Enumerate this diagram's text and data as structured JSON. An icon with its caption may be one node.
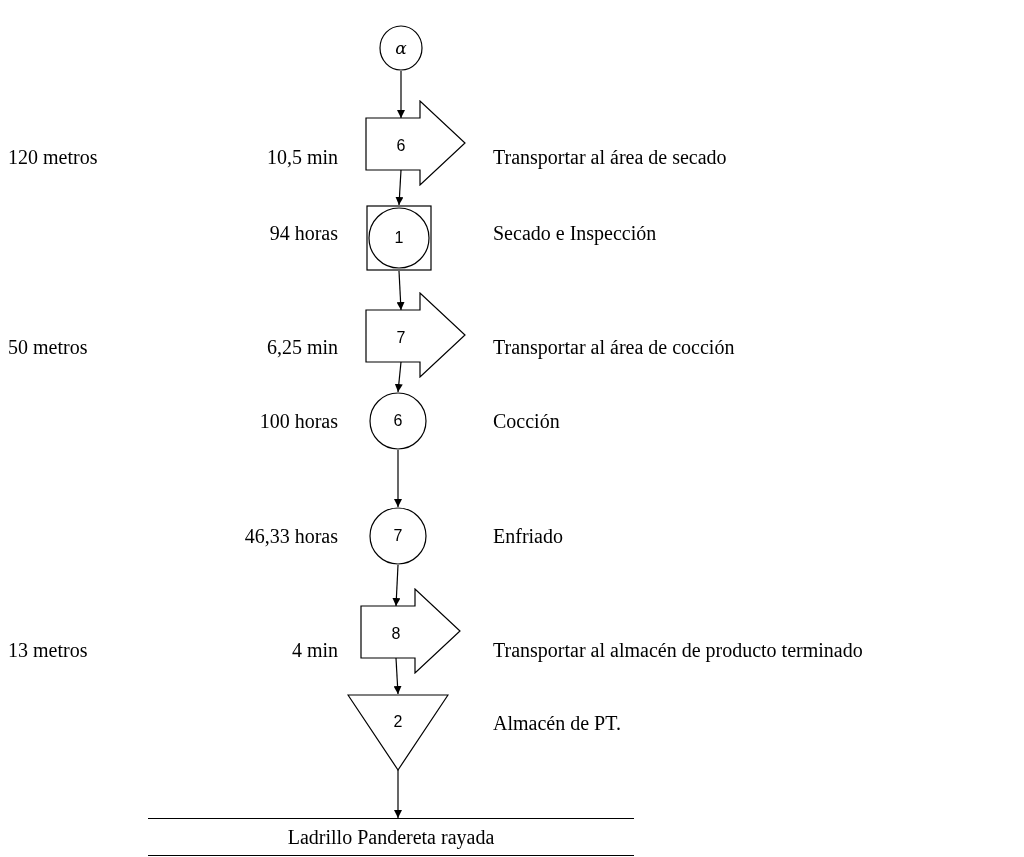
{
  "diagram": {
    "nodes": [
      {
        "text": [
          "α"
        ]
      },
      {
        "text": [
          "6"
        ],
        "beside": [
          "10,5 min",
          "Transportar al área de secado"
        ]
      },
      {
        "text": [
          "1"
        ],
        "beside": [
          "94 horas",
          "Secado e Inspección"
        ]
      },
      {
        "text": [
          "7"
        ],
        "beside": [
          "6,25 min",
          "Transportar al área de cocción"
        ]
      },
      {
        "text": [
          "6"
        ],
        "beside": [
          "100 horas",
          "Cocción"
        ]
      },
      {
        "text": [
          "7"
        ],
        "beside": [
          "46,33 horas",
          "Enfriado"
        ]
      },
      {
        "text": [
          "8"
        ],
        "beside": [
          "4 min",
          "Transportar al almacén de producto terminado"
        ]
      },
      {
        "text": [
          "2"
        ],
        "beside": [
          "Almacén de PT."
        ]
      },
      {
        "text": [
          "Ladrillo Pandereta rayada"
        ]
      }
    ],
    "edges": [
      {
        "from": 0,
        "to": 1,
        "arrow": "to"
      },
      {
        "from": 1,
        "to": 2,
        "arrow": "to"
      },
      {
        "from": 2,
        "to": 3,
        "arrow": "to"
      },
      {
        "from": 3,
        "to": 4,
        "arrow": "to"
      },
      {
        "from": 4,
        "to": 5,
        "arrow": "to"
      },
      {
        "from": 5,
        "to": 6,
        "arrow": "to"
      },
      {
        "from": 6,
        "to": 7,
        "arrow": "to"
      },
      {
        "from": 7,
        "to": 8,
        "arrow": "to"
      }
    ],
    "labels": [
      "120 metros",
      "50 metros",
      "13 metros"
    ]
  }
}
